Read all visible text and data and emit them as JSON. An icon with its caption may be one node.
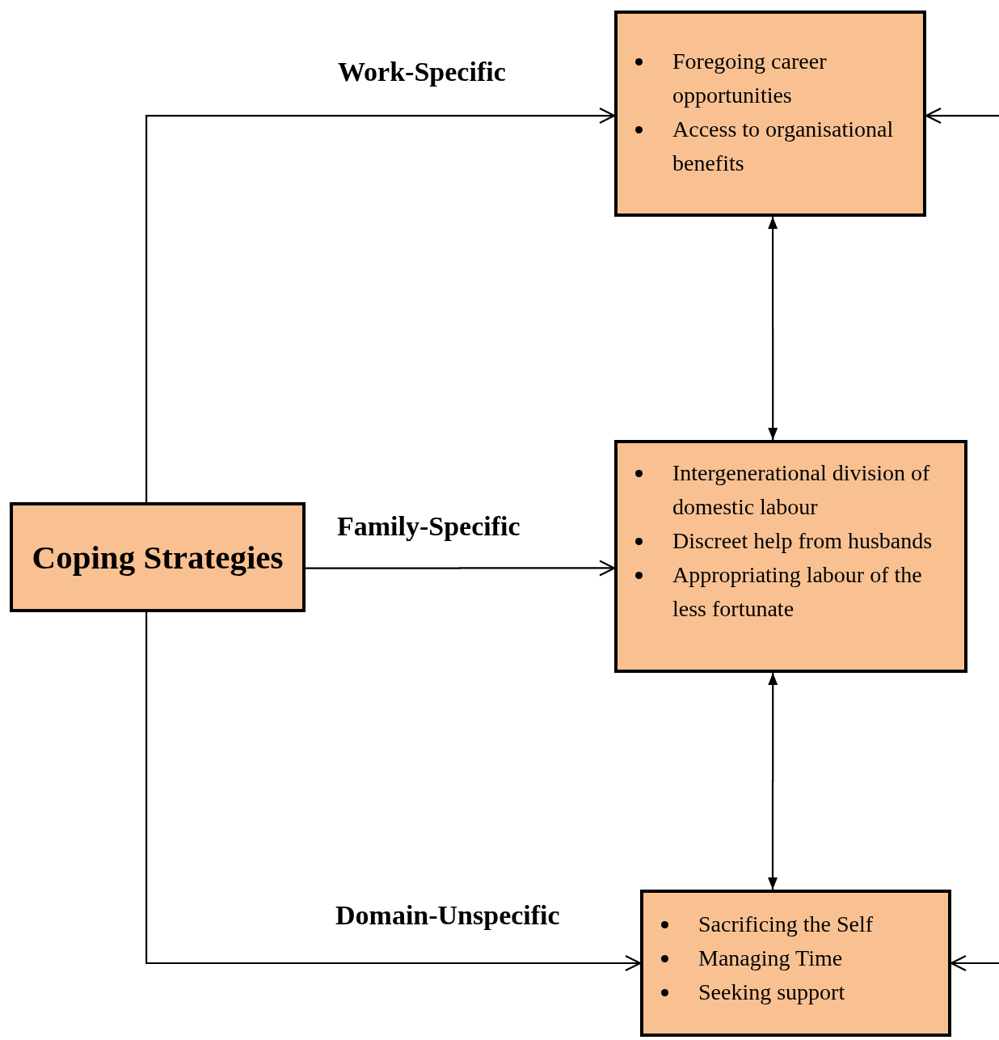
{
  "diagram": {
    "nodes": [
      {
        "text": [
          "Coping Strategies"
        ]
      },
      {
        "text": [
          "Foregoing career opportunities",
          "Access to organisational benefits"
        ]
      },
      {
        "text": [
          "Intergenerational division of domestic labour",
          "Discreet help from husbands",
          "Appropriating labour of the less fortunate"
        ]
      },
      {
        "text": [
          "Sacrificing the Self",
          "Managing Time",
          "Seeking support"
        ]
      }
    ],
    "edges": [
      {
        "from": 0,
        "to": 1,
        "arrow": "to",
        "label": "Work-Specific"
      },
      {
        "from": 0,
        "to": 2,
        "arrow": "to",
        "label": "Family-Specific"
      },
      {
        "from": 0,
        "to": 3,
        "arrow": "to",
        "label": "Domain-Unspecific"
      },
      {
        "from": 1,
        "to": 2,
        "arrow": "both"
      },
      {
        "from": 2,
        "to": 3,
        "arrow": "both"
      },
      {
        "from": null,
        "to": 1,
        "arrow": "to"
      },
      {
        "from": null,
        "to": 3,
        "arrow": "to"
      }
    ]
  }
}
